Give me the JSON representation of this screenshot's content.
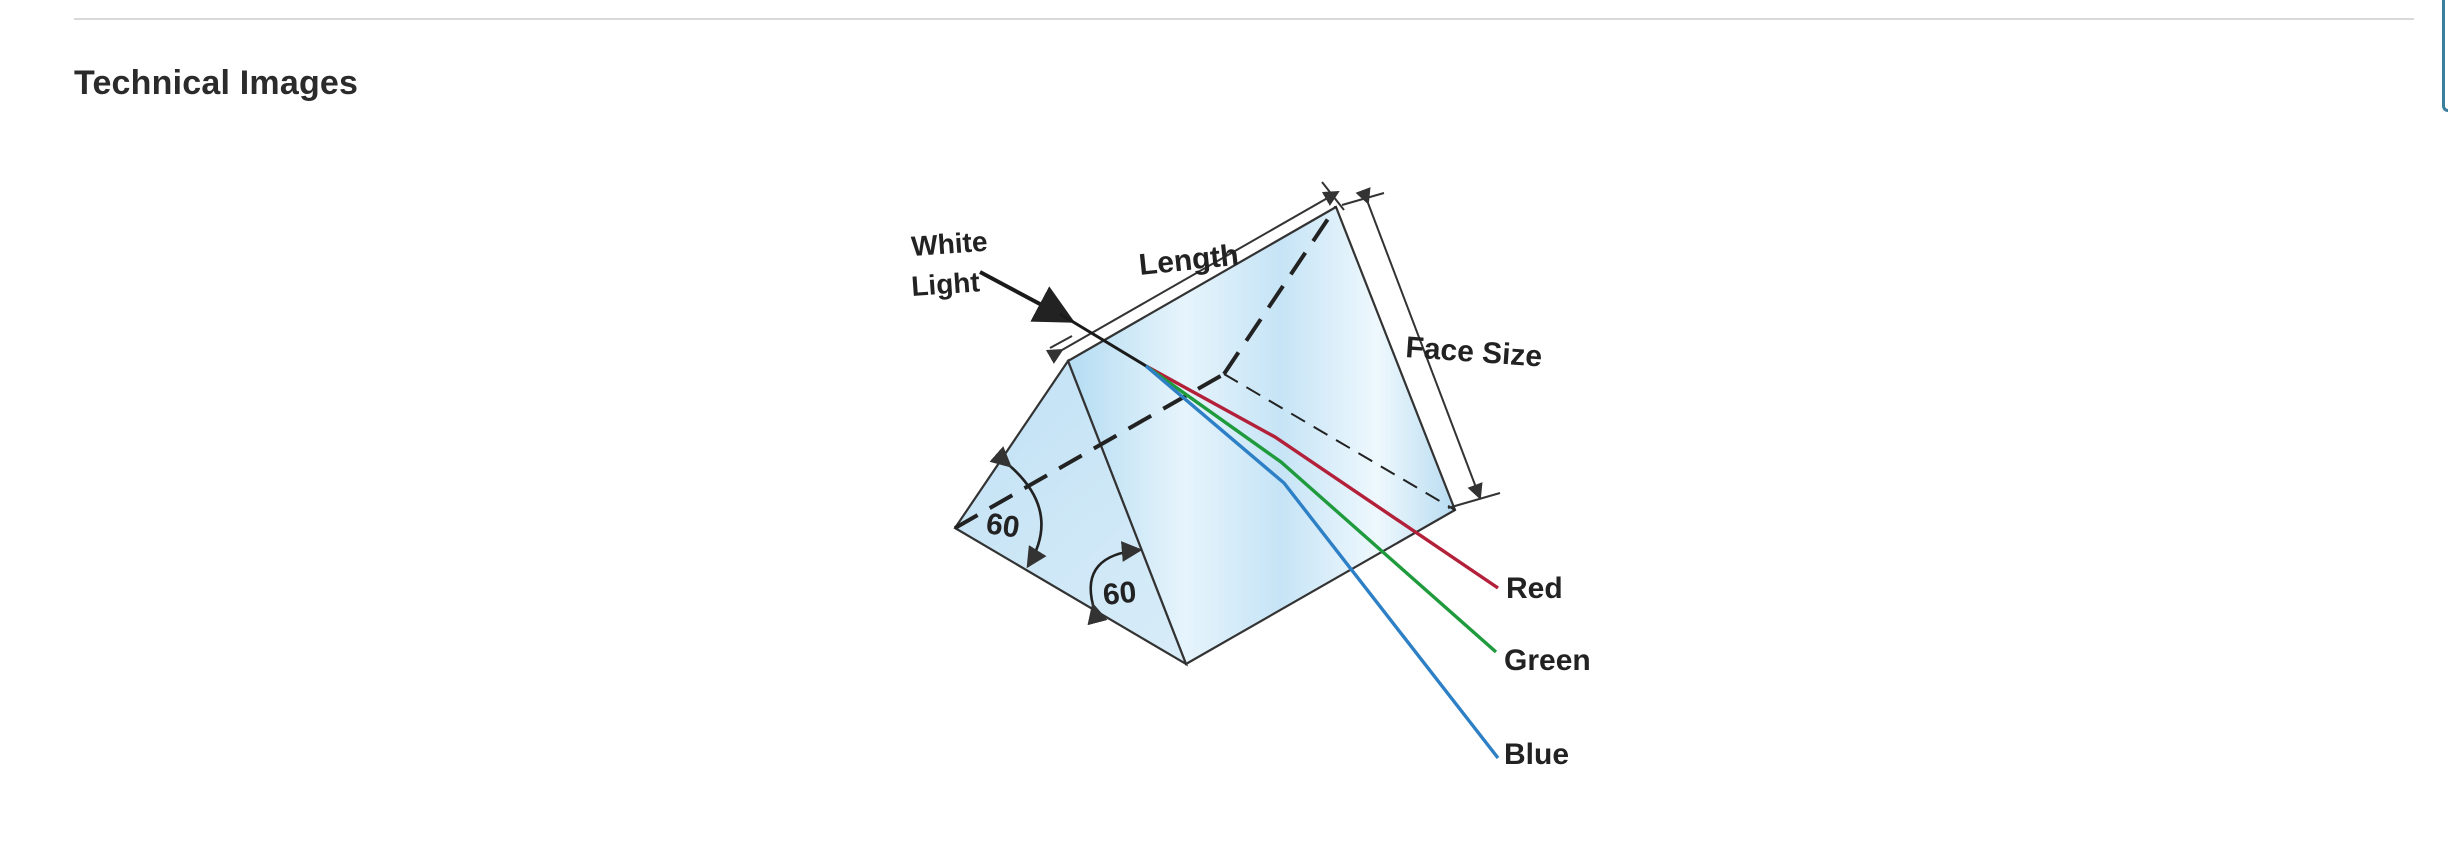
{
  "section": {
    "title": "Technical Images"
  },
  "figure": {
    "labels": {
      "white_light_line1": "White",
      "white_light_line2": "Light",
      "length": "Length",
      "face_size": "Face Size",
      "angle_top": "60",
      "angle_bottom": "60",
      "red": "Red",
      "green": "Green",
      "blue": "Blue"
    },
    "colors": {
      "red_ray": "#b3203a",
      "green_ray": "#1f9a3c",
      "blue_ray": "#2d7fc6",
      "prism_fill": "#cfe7f6",
      "outline": "#333333"
    }
  }
}
